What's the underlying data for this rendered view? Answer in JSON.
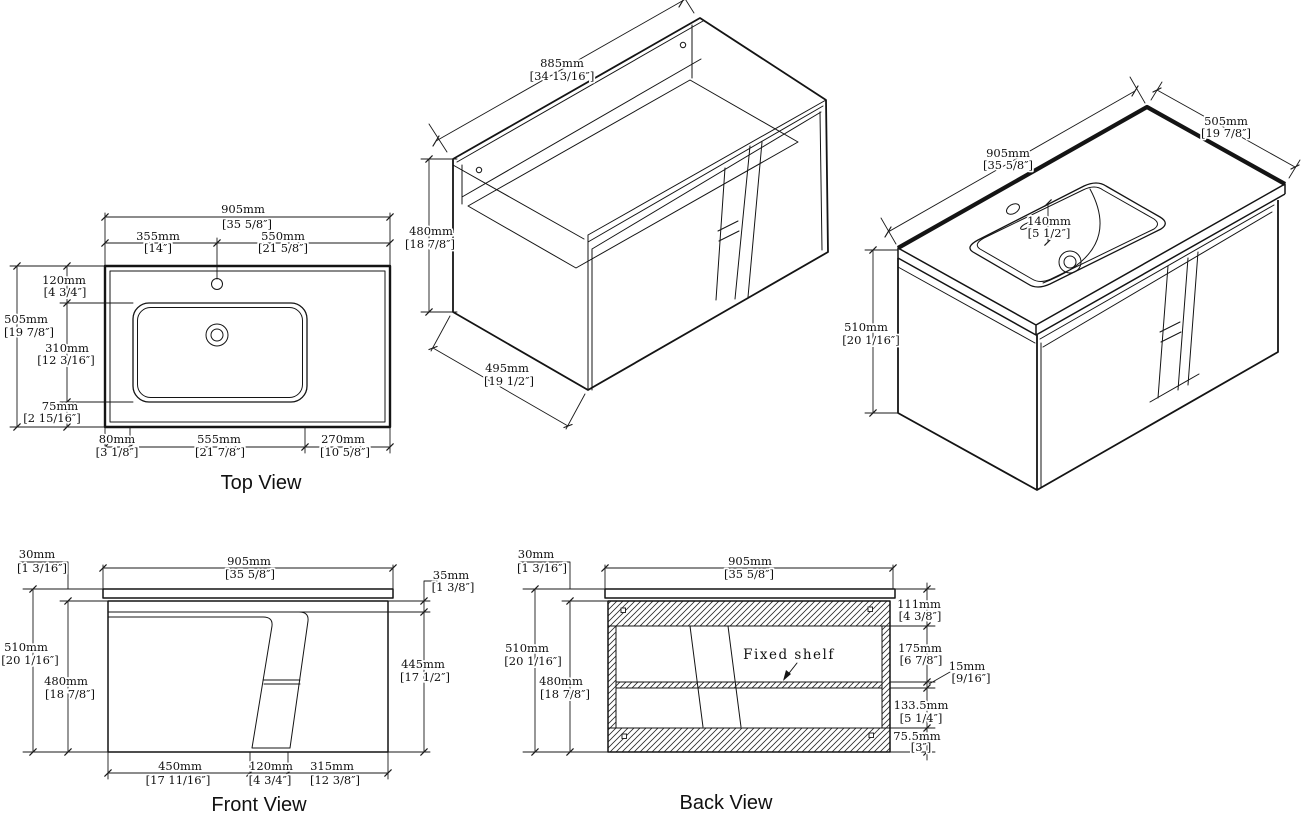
{
  "page": {
    "background": "#ffffff",
    "line_color": "#141414"
  },
  "drawing": {
    "top_view": {
      "title": "Top View",
      "dims": {
        "width": {
          "mm": "905mm",
          "in": "[35 5/8″]"
        },
        "left_span": {
          "mm": "355mm",
          "in": "[14″]"
        },
        "right_span": {
          "mm": "550mm",
          "in": "[21 5/8″]"
        },
        "depth": {
          "mm": "505mm",
          "in": "[19 7/8″]"
        },
        "edge_to_basin": {
          "mm": "120mm",
          "in": "[4 3/4″]"
        },
        "basin_length": {
          "mm": "310mm",
          "in": "[12 3/16″]"
        },
        "basin_to_edge": {
          "mm": "75mm",
          "in": "[2 15/16″]"
        },
        "corner_offset": {
          "mm": "80mm",
          "in": "[3 1/8″]"
        },
        "basin_width": {
          "mm": "555mm",
          "in": "[21 7/8″]"
        },
        "side_span": {
          "mm": "270mm",
          "in": "[10 5/8″]"
        }
      }
    },
    "iso_open": {
      "dims": {
        "width": {
          "mm": "885mm",
          "in": "[34 13/16″]"
        },
        "height": {
          "mm": "480mm",
          "in": "[18 7/8″]"
        },
        "depth": {
          "mm": "495mm",
          "in": "[19 1/2″]"
        }
      }
    },
    "iso_sink": {
      "dims": {
        "top_width": {
          "mm": "905mm",
          "in": "[35 5/8″]"
        },
        "top_depth": {
          "mm": "505mm",
          "in": "[19 7/8″]"
        },
        "height": {
          "mm": "510mm",
          "in": "[20 1/16″]"
        },
        "faucet_center": {
          "mm": "140mm",
          "in": "[5 1/2″]"
        }
      }
    },
    "front_view": {
      "title": "Front View",
      "dims": {
        "overhang": {
          "mm": "30mm",
          "in": "[1 3/16″]"
        },
        "width": {
          "mm": "905mm",
          "in": "[35 5/8″]"
        },
        "top_reveal": {
          "mm": "35mm",
          "in": "[1 3/8″]"
        },
        "height": {
          "mm": "510mm",
          "in": "[20 1/16″]"
        },
        "body_height": {
          "mm": "480mm",
          "in": "[18 7/8″]"
        },
        "door_height": {
          "mm": "445mm",
          "in": "[17 1/2″]"
        },
        "left_door": {
          "mm": "450mm",
          "in": "[17 11/16″]"
        },
        "center_gap": {
          "mm": "120mm",
          "in": "[4 3/4″]"
        },
        "right_door": {
          "mm": "315mm",
          "in": "[12 3/8″]"
        }
      }
    },
    "back_view": {
      "title": "Back View",
      "shelf_label": "Fixed shelf",
      "dims": {
        "overhang": {
          "mm": "30mm",
          "in": "[1 3/16″]"
        },
        "width": {
          "mm": "905mm",
          "in": "[35 5/8″]"
        },
        "height": {
          "mm": "510mm",
          "in": "[20 1/16″]"
        },
        "body_height": {
          "mm": "480mm",
          "in": "[18 7/8″]"
        },
        "top_rail": {
          "mm": "111mm",
          "in": "[4 3/8″]"
        },
        "upper_section": {
          "mm": "175mm",
          "in": "[6 7/8″]"
        },
        "shelf_thickness": {
          "mm": "15mm",
          "in": "[9/16″]"
        },
        "lower_section": {
          "mm": "133.5mm",
          "in": "[5 1/4″]"
        },
        "bottom_rail": {
          "mm": "75.5mm",
          "in": "[3″]"
        }
      }
    }
  }
}
